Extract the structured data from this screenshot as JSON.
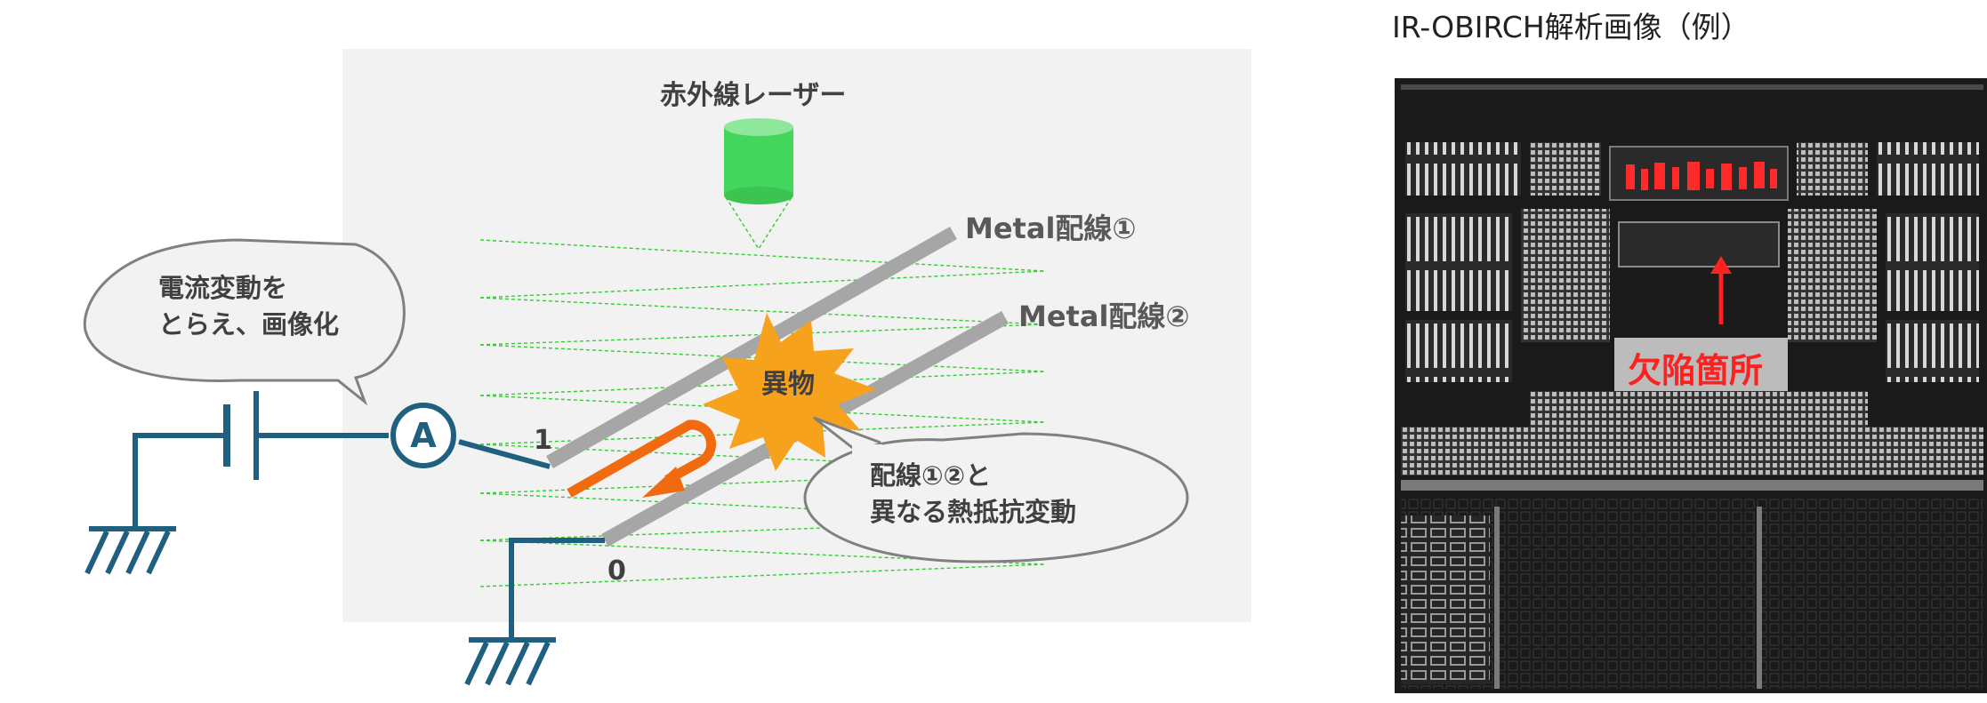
{
  "diagram": {
    "laser_label": "赤外線レーザー",
    "wire1_label": "Metal配線①",
    "wire2_label": "Metal配線②",
    "foreign_matter_label": "異物",
    "bubble_left": {
      "line1": "電流変動を",
      "line2": "とらえ、画像化"
    },
    "bubble_right": {
      "line1": "配線①②と",
      "line2": "異なる熱抵抗変動"
    },
    "ammeter_symbol": "A",
    "node_1": "1",
    "node_0": "0"
  },
  "image_panel": {
    "title": "IR-OBIRCH解析画像（例）",
    "defect_label": "欠陥箇所"
  },
  "colors": {
    "circuit": "#1f5f7f",
    "laser": "#44d65c",
    "scan_lines": "#33cc33",
    "metal": "#a6a6a6",
    "current_arrow": "#f26a10",
    "foreign_matter": "#f7a21c",
    "defect_red": "#ff2020",
    "panel_bg": "#f2f2f2"
  }
}
